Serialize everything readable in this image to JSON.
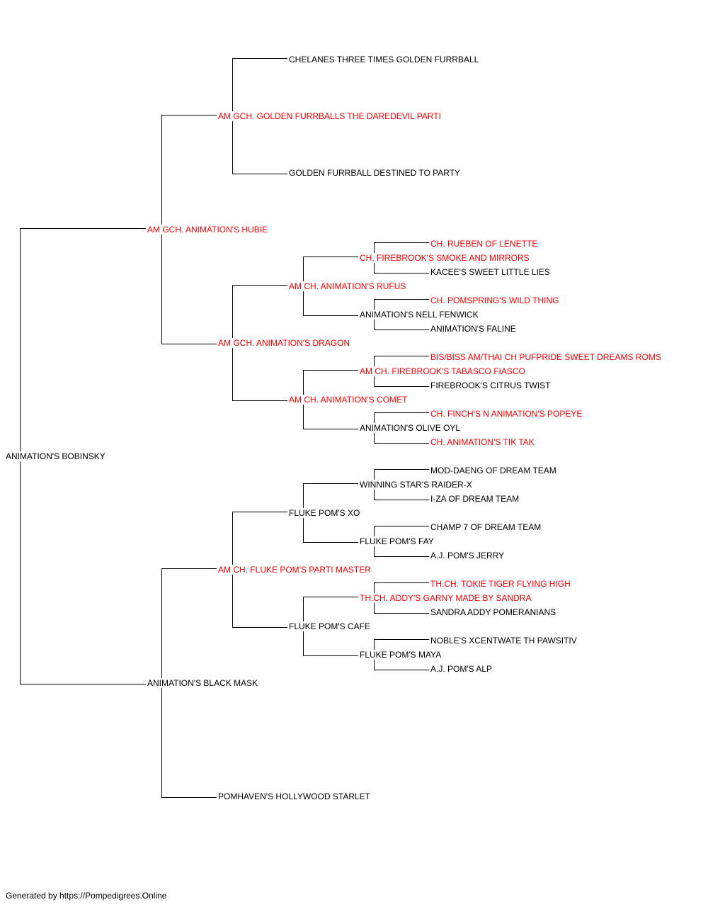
{
  "colors": {
    "champion": "#ff0000",
    "normal": "#000000",
    "line": "#000000"
  },
  "pedigree": {
    "subject": {
      "name": "ANIMATION'S BOBINSKY",
      "champion": false
    },
    "sire": {
      "name": "AM GCH. ANIMATION'S HUBIE",
      "champion": true
    },
    "dam": {
      "name": "ANIMATION'S BLACK MASK",
      "champion": false
    },
    "sire_sire": {
      "name": "AM GCH. GOLDEN FURRBALLS THE DAREDEVIL PARTI",
      "champion": true
    },
    "sire_dam": {
      "name": "AM GCH. ANIMATION'S DRAGON",
      "champion": true
    },
    "dam_sire": {
      "name": "AM CH. FLUKE POM'S PARTI MASTER",
      "champion": true
    },
    "dam_dam": {
      "name": "POMHAVEN'S HOLLYWOOD STARLET",
      "champion": false
    },
    "sire_sire_sire": {
      "name": "CHELANES THREE TIMES GOLDEN FURRBALL",
      "champion": false
    },
    "sire_sire_dam": {
      "name": "GOLDEN FURRBALL DESTINED TO PARTY",
      "champion": false
    },
    "sire_dam_sire": {
      "name": "AM CH. ANIMATION'S RUFUS",
      "champion": true
    },
    "sire_dam_dam": {
      "name": "AM CH. ANIMATION'S COMET",
      "champion": true
    },
    "dam_sire_sire": {
      "name": "FLUKE POM'S XO",
      "champion": false
    },
    "dam_sire_dam": {
      "name": "FLUKE POM'S CAFE",
      "champion": false
    },
    "sd_s_s": {
      "name": "CH. FIREBROOK'S SMOKE AND MIRRORS",
      "champion": true
    },
    "sd_s_d": {
      "name": "ANIMATION'S NELL FENWICK",
      "champion": false
    },
    "sd_d_s": {
      "name": "AM CH. FIREBROOK'S TABASCO FIASCO",
      "champion": true
    },
    "sd_d_d": {
      "name": "ANIMATION'S OLIVE OYL",
      "champion": false
    },
    "ds_s_s": {
      "name": "WINNING STAR'S RAIDER-X",
      "champion": false
    },
    "ds_s_d": {
      "name": "FLUKE POM'S FAY",
      "champion": false
    },
    "ds_d_s": {
      "name": "TH.CH. ADDY'S GARNY MADE BY SANDRA",
      "champion": true
    },
    "ds_d_d": {
      "name": "FLUKE POM'S MAYA",
      "champion": false
    },
    "sd_s_s_s": {
      "name": "CH. RUEBEN OF LENETTE",
      "champion": true
    },
    "sd_s_s_d": {
      "name": "KACEE'S SWEET LITTLE LIES",
      "champion": false
    },
    "sd_s_d_s": {
      "name": "CH. POMSPRING'S WILD THING",
      "champion": true
    },
    "sd_s_d_d": {
      "name": "ANIMATION'S FALINE",
      "champion": false
    },
    "sd_d_s_s": {
      "name": "BIS/BISS AM/THAI CH PUFPRIDE SWEET DREAMS ROMS",
      "champion": true
    },
    "sd_d_s_d": {
      "name": "FIREBROOK'S CITRUS TWIST",
      "champion": false
    },
    "sd_d_d_s": {
      "name": "CH. FINCH'S N ANIMATION'S POPEYE",
      "champion": true
    },
    "sd_d_d_d": {
      "name": "CH. ANIMATION'S TIK TAK",
      "champion": true
    },
    "ds_s_s_s": {
      "name": "MOD-DAENG OF DREAM TEAM",
      "champion": false
    },
    "ds_s_s_d": {
      "name": "I-ZA OF DREAM TEAM",
      "champion": false
    },
    "ds_s_d_s": {
      "name": "CHAMP 7 OF DREAM TEAM",
      "champion": false
    },
    "ds_s_d_d": {
      "name": "A.J. POM'S JERRY",
      "champion": false
    },
    "ds_d_s_s": {
      "name": "TH.CH. TOKIE TIGER FLYING HIGH",
      "champion": true
    },
    "ds_d_s_d": {
      "name": "SANDRA ADDY POMERANIANS",
      "champion": false
    },
    "ds_d_d_s": {
      "name": "NOBLE'S XCENTWATE TH PAWSITIV",
      "champion": false
    },
    "ds_d_d_d": {
      "name": "A.J. POM'S ALP",
      "champion": false
    }
  },
  "footer": {
    "text": "Generated by https://Pompedigrees.Online"
  }
}
